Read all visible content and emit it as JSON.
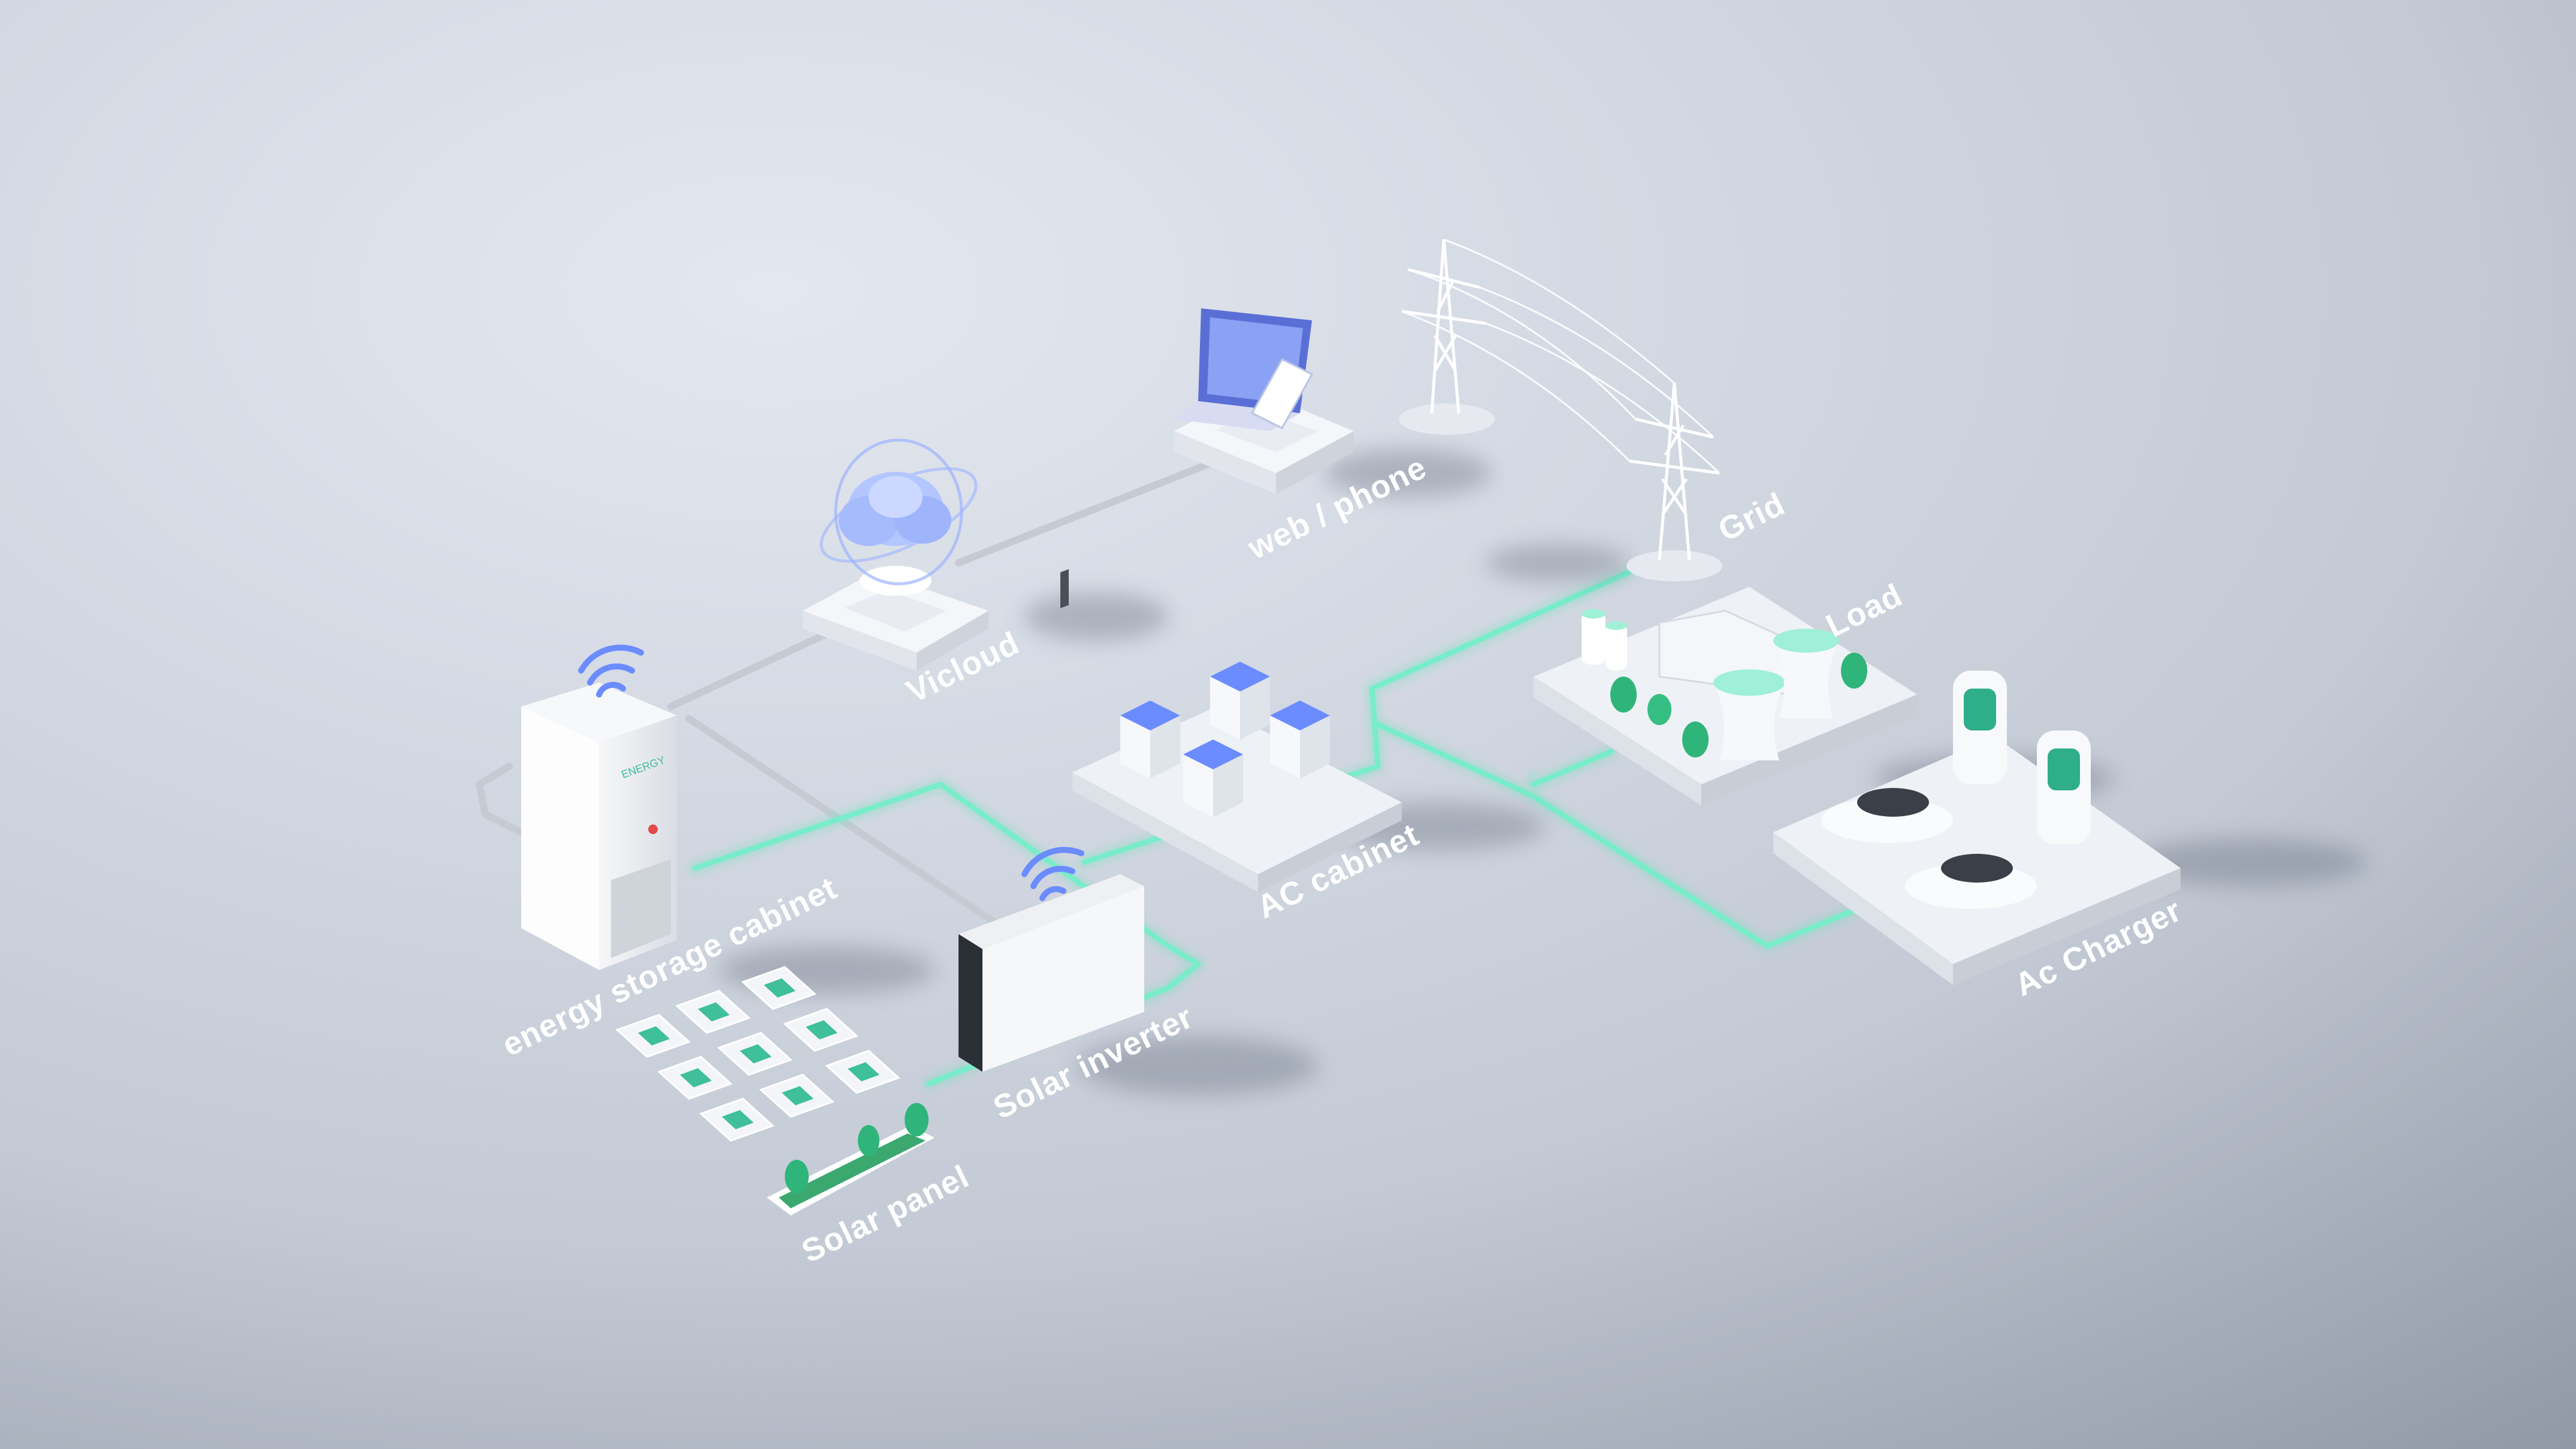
{
  "labels": {
    "energy_storage": "energy storage cabinet",
    "vicloud": "Vicloud",
    "web_phone": "web / phone",
    "grid": "Grid",
    "load": "Load",
    "ac_cabinet": "AC cabinet",
    "solar_inverter": "Solar inverter",
    "solar_panel": "Solar panel",
    "ac_charger": "Ac Charger"
  },
  "brand": {
    "device_logo": "ENERGY"
  },
  "colors": {
    "background_light": "#dde3ec",
    "background_dark": "#8f97a6",
    "power_line": "#6fe3c0",
    "data_line": "#c9ced6",
    "accent_blue": "#6b8cff",
    "solar_cell": "#3fbf9a",
    "tree": "#2fb57a"
  },
  "icons": [
    "wifi-icon",
    "cloud-icon",
    "laptop-icon",
    "phone-icon",
    "pylon-icon",
    "car-icon",
    "charger-icon",
    "tree-icon",
    "cooling-tower-icon"
  ]
}
